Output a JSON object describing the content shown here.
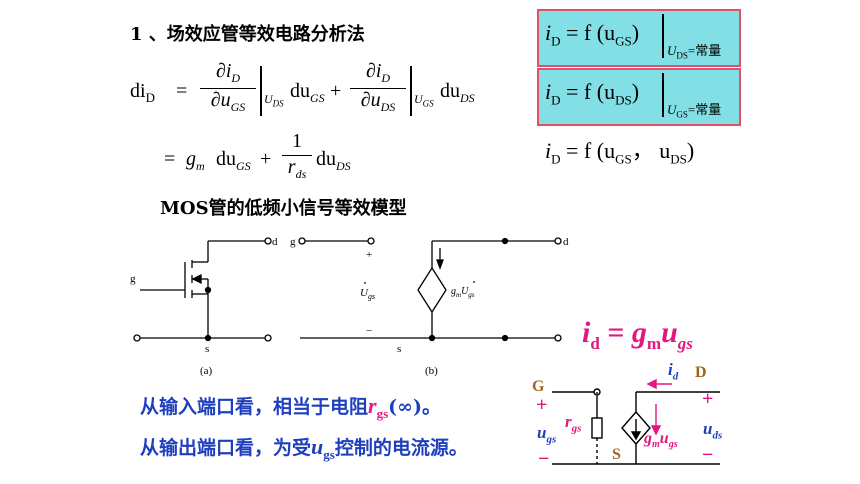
{
  "header": {
    "title": "1 、场效应管等效电路分析法",
    "subtitle": "MOS管的低频小信号等效模型"
  },
  "equations": {
    "did": "di",
    "did_sub": "D",
    "eq": "=",
    "plus": "+",
    "partial_num": "∂i",
    "sub_D": "D",
    "partial_den1": "∂u",
    "sub_GS": "GS",
    "sub_DS": "DS",
    "eval1": "U",
    "eval1_sub": "DS",
    "eval2": "U",
    "eval2_sub": "GS",
    "du": "du",
    "gm": "g",
    "gm_sub": "m",
    "one": "1",
    "r": "r",
    "r_sub": "ds"
  },
  "boxes": {
    "box1": {
      "lhs": "i",
      "lhs_sub": "D",
      "rhs": " = f (u",
      "rhs_sub": "GS",
      "close": ")",
      "cond": "U",
      "cond_sub": "DS",
      "cond_val": "=常量"
    },
    "box2": {
      "lhs": "i",
      "lhs_sub": "D",
      "rhs": " = f (u",
      "rhs_sub": "DS",
      "close": ")",
      "cond": "U",
      "cond_sub": "GS",
      "cond_val": "=常量"
    },
    "line3": {
      "lhs": "i",
      "lhs_sub": "D",
      "rhs": " = f (u",
      "rhs_sub1": "GS",
      "mid": "，  u",
      "rhs_sub2": "DS",
      "close": ")"
    }
  },
  "circuit_a": {
    "g": "g",
    "d": "d",
    "s": "s",
    "caption": "(a)"
  },
  "circuit_b": {
    "g": "g",
    "d": "d",
    "s": "s",
    "plus": "+",
    "minus": "−",
    "ugs": "U",
    "ugs_sub": "gs",
    "src_label": "g",
    "src_sub": "m",
    "src_u": "U",
    "src_u_sub": "gs",
    "caption": "(b)"
  },
  "formula_big": {
    "lhs": "i",
    "lhs_sub": "d",
    "eq": " = ",
    "g": "g",
    "g_sub": "m",
    "u": "u",
    "u_sub": "gs"
  },
  "notes": {
    "line1_pre": "从输入端口看，相当于电阻",
    "line1_r": "r",
    "line1_sub": "gs",
    "line1_post": "(∞)。",
    "line2_pre": "从输出端口看，为受",
    "line2_u": "u",
    "line2_sub": "gs",
    "line2_post": "控制的电流源。"
  },
  "circuit_c": {
    "G": "G",
    "D": "D",
    "S": "S",
    "plus_l": "+",
    "minus_l": "−",
    "plus_r": "+",
    "minus_r": "−",
    "ugs": "u",
    "ugs_sub": "gs",
    "rgs": "r",
    "rgs_sub": "gs",
    "id": "i",
    "id_sub": "d",
    "gm": "g",
    "gm_sub": "m",
    "gm_u": "u",
    "gm_u_sub": "gs",
    "uds": "u",
    "uds_sub": "ds"
  },
  "colors": {
    "box_fill": "#82dfe6",
    "box_border": "#e0506a",
    "blue": "#1f3fbf",
    "pink": "#e2177f",
    "brown": "#a0651a"
  }
}
